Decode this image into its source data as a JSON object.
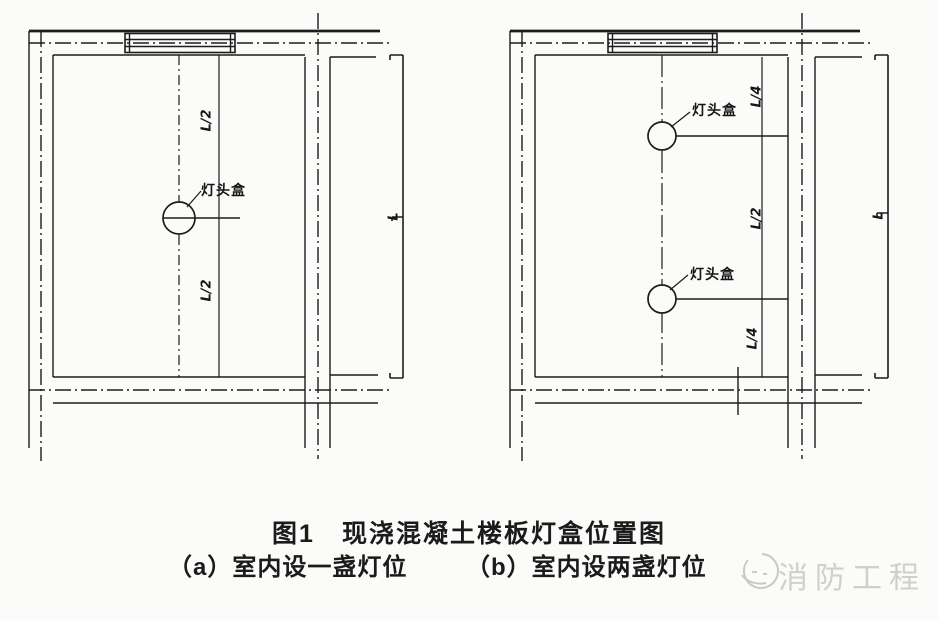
{
  "figure": {
    "title": "图1　现浇混凝土楼板灯盒位置图",
    "caption_a": "（a）室内设一盏灯位",
    "caption_b": "（b）室内设两盏灯位"
  },
  "diagram_a": {
    "lamp_box_label": "灯头盒",
    "dim_top": "L/2",
    "dim_bottom": "L/2",
    "dim_total": "L"
  },
  "diagram_b": {
    "lamp_box_label_1": "灯头盒",
    "lamp_box_label_2": "灯头盒",
    "dim_top": "L/4",
    "dim_middle": "L/2",
    "dim_bottom": "L/4",
    "dim_total": "L"
  },
  "watermark": {
    "text": "消防工程",
    "logo_icon": "scribble-circle-logo",
    "color": "#cfcfcc"
  },
  "colors": {
    "line": "#1c1c1c",
    "background": "#fbfbf9"
  }
}
